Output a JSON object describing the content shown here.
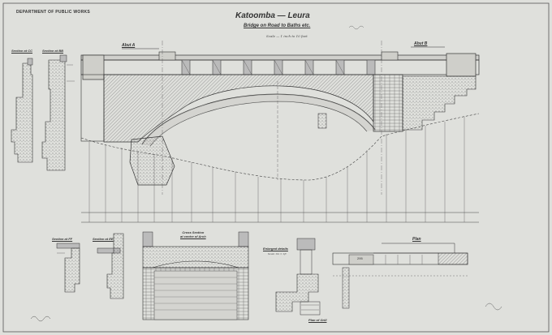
{
  "header": {
    "department": "DEPARTMENT OF PUBLIC WORKS",
    "title": "Katoomba — Leura",
    "subtitle": "Bridge on Road to Baths etc.",
    "scale_note": "Scale — 1 inch to 10 feet"
  },
  "elevation": {
    "abut_a": "Abut A",
    "abut_b": "Abut B",
    "section_cc": "Section at CC",
    "section_bb": "Section at BB"
  },
  "details": {
    "section_ff": "Section at FF",
    "section_ee": "Section at EE",
    "cross_section_line1": "Cross Section",
    "cross_section_line2": "at centre of Arch",
    "enlarged_details": "Enlarged details",
    "enlarged_scale": "Scale 1in = 1ft",
    "plan_of_grill": "Plan of Grill",
    "plan": "Plan",
    "plan_dim": "295"
  },
  "colors": {
    "paper": "#dfe0dc",
    "ink": "#3a3a3a",
    "hatch": "#6a6a6a"
  }
}
